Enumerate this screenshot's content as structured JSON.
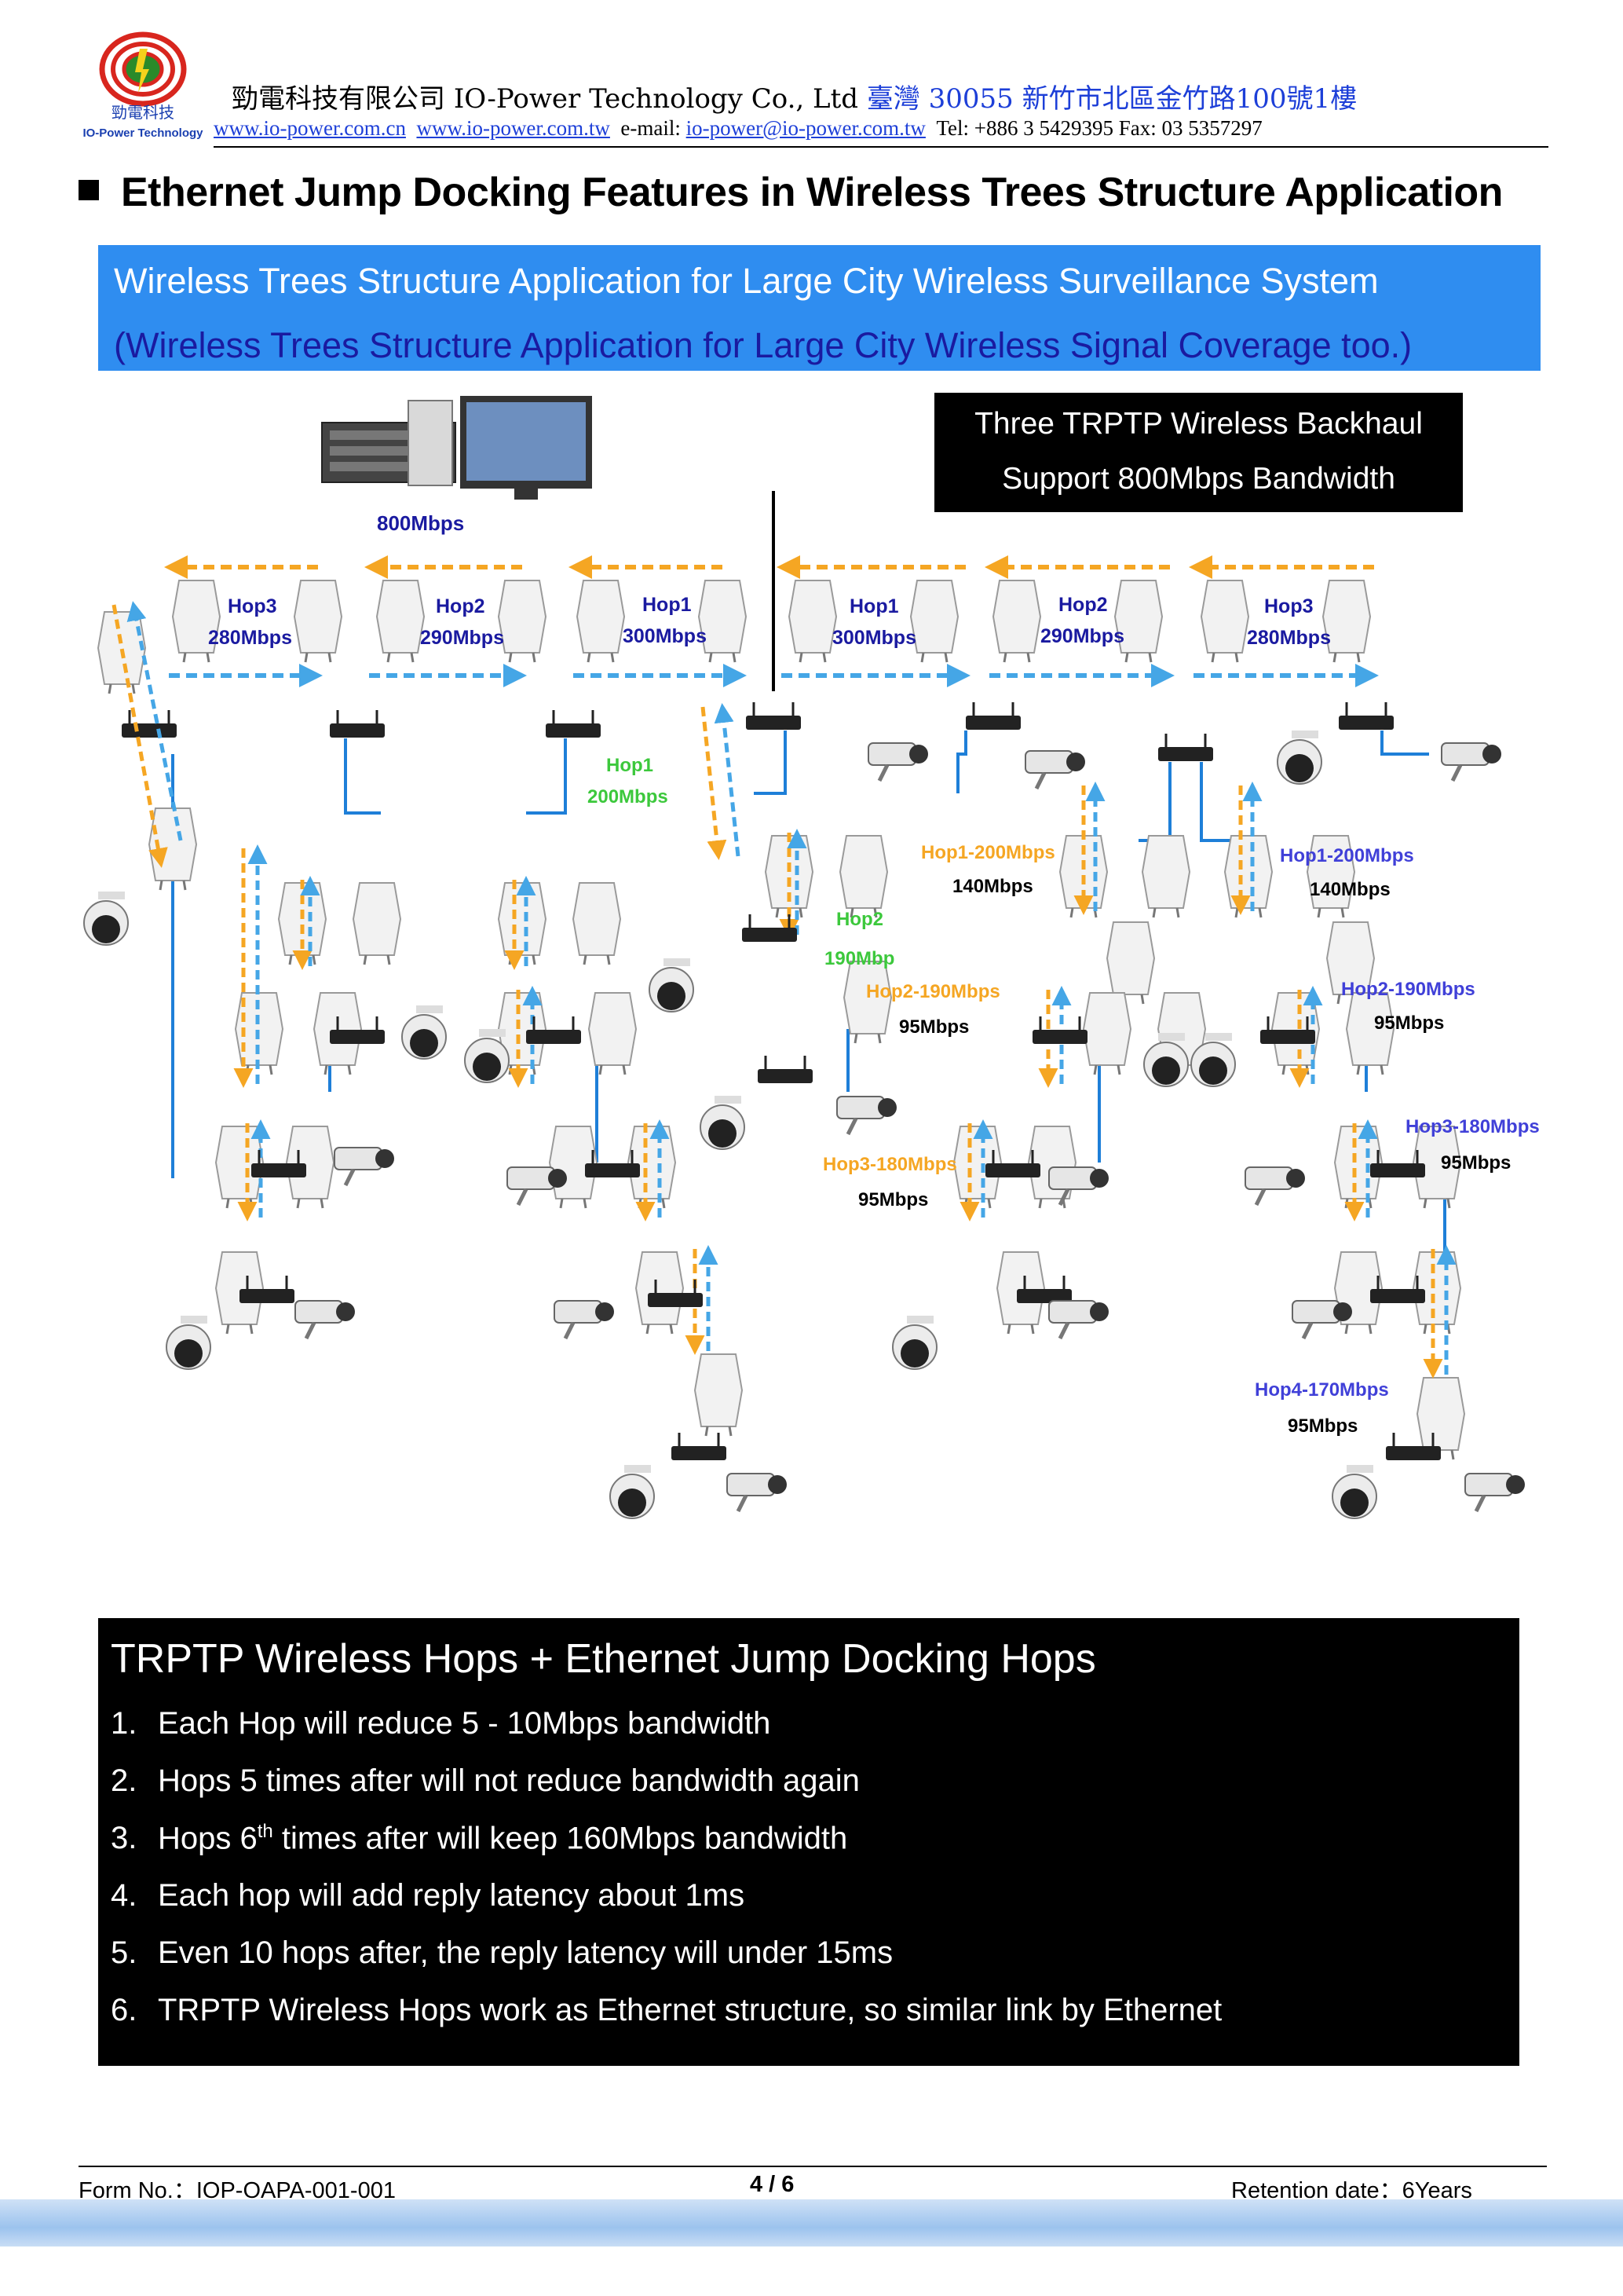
{
  "header": {
    "logo_text_cn": "勁電科技",
    "logo_text_en": "IO-Power Technology",
    "company_cn": "勁電科技有限公司",
    "company_en": "IO-Power Technology Co., Ltd",
    "address": "臺灣 30055 新竹市北區金竹路100號1樓",
    "website_cn": "www.io-power.com.cn",
    "website_tw": "www.io-power.com.tw",
    "email_label": "e-mail:",
    "email": "io-power@io-power.com.tw",
    "phone": "Tel: +886 3 5429395 Fax: 03 5357297"
  },
  "title": "Ethernet Jump Docking Features in Wireless Trees Structure Application",
  "banner": {
    "line1": "Wireless Trees Structure Application for Large City Wireless Surveillance System",
    "line2": "(Wireless Trees Structure Application for Large City Wireless Signal Coverage too.)"
  },
  "callout": {
    "line1": "Three TRPTP Wireless Backhaul",
    "line2": "Support 800Mbps Bandwidth"
  },
  "diagram": {
    "colors": {
      "orange": "#f5a623",
      "blue": "#45a6e6",
      "green": "#3cc83c",
      "purple": "#4040d8",
      "line": "#1e7fd8"
    },
    "server_label": "800Mbps",
    "backhaul_hops": [
      {
        "name": "Hop3",
        "speed": "280Mbps"
      },
      {
        "name": "Hop2",
        "speed": "290Mbps"
      },
      {
        "name": "Hop1",
        "speed": "300Mbps"
      },
      {
        "name": "Hop1",
        "speed": "300Mbps"
      },
      {
        "name": "Hop2",
        "speed": "290Mbps"
      },
      {
        "name": "Hop3",
        "speed": "280Mbps"
      }
    ],
    "labels": {
      "green_hop1": "Hop1",
      "green_hop1_speed": "200Mbps",
      "green_hop2": "Hop2",
      "green_hop2_speed": "190Mbp",
      "orange_hop1": "Hop1-200Mbps",
      "orange_hop1_speed": "140Mbps",
      "orange_hop2": "Hop2-190Mbps",
      "orange_hop2_speed": "95Mbps",
      "orange_hop3": "Hop3-180Mbps",
      "orange_hop3_speed": "95Mbps",
      "purple_hop1": "Hop1-200Mbps",
      "purple_hop1_speed": "140Mbps",
      "purple_hop2": "Hop2-190Mbps",
      "purple_hop2_speed": "95Mbps",
      "purple_hop3": "Hop3-180Mbps",
      "purple_hop3_speed": "95Mbps",
      "purple_hop4": "Hop4-170Mbps",
      "purple_hop4_speed": "95Mbps"
    }
  },
  "hops_box": {
    "title": "TRPTP Wireless Hops + Ethernet Jump Docking Hops",
    "items": [
      {
        "num": "1.",
        "text": "Each Hop will reduce 5 - 10Mbps bandwidth"
      },
      {
        "num": "2.",
        "text": "Hops 5 times after will not reduce bandwidth again"
      },
      {
        "num": "3.",
        "pre": "Hops 6",
        "sup": "th",
        "post": " times after will keep 160Mbps bandwidth"
      },
      {
        "num": "4.",
        "text": "Each hop will add reply latency about 1ms"
      },
      {
        "num": "5.",
        "text": "Even 10 hops after, the reply latency will under 15ms"
      },
      {
        "num": "6.",
        "text": "TRPTP Wireless Hops work as Ethernet structure, so similar link by Ethernet"
      }
    ]
  },
  "footer": {
    "form_no": "Form No.：IOP-OAPA-001-001",
    "page": "4 / 6",
    "retention": "Retention date：6Years"
  }
}
